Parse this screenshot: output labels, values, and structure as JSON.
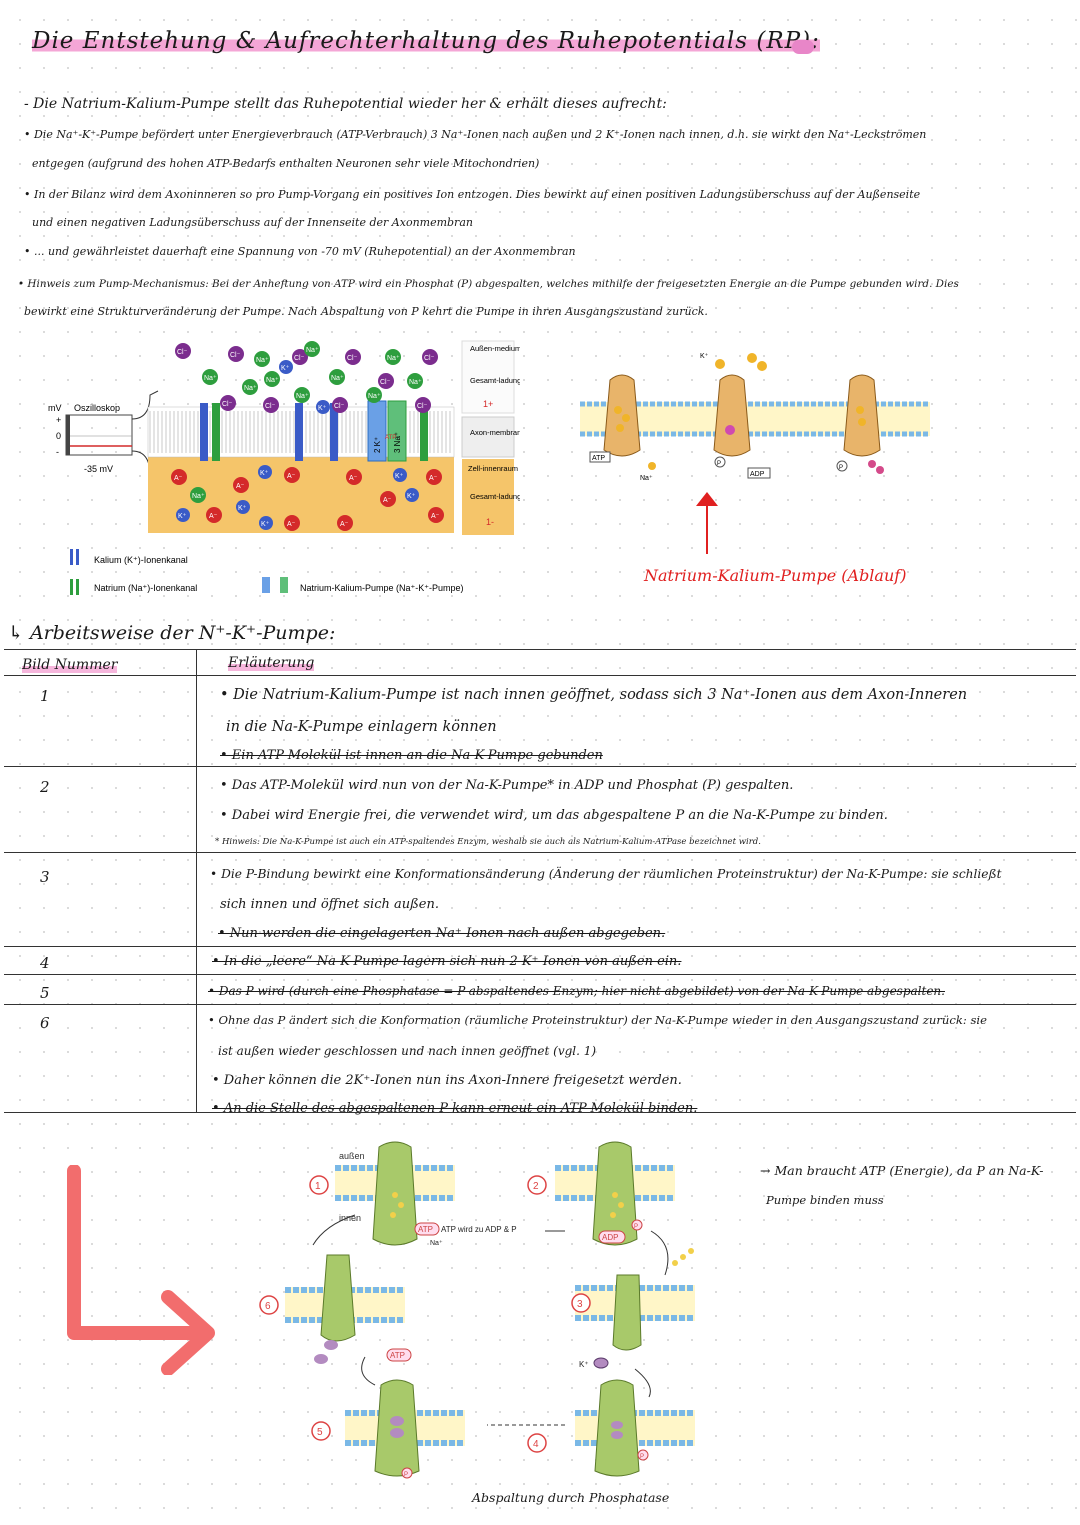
{
  "title": "Die Entstehung & Aufrechterhaltung des Ruhepotentials (RP):",
  "intro": {
    "lead": "- Die Natrium-Kalium-Pumpe stellt das Ruhepotential wieder her & erhält dieses aufrecht:",
    "b1a": "• Die Na⁺-K⁺-Pumpe befördert unter Energieverbrauch (ATP-Verbrauch) 3 Na⁺-Ionen nach außen und 2 K⁺-Ionen nach innen, d.h. sie wirkt den Na⁺-Leckströmen",
    "b1b": "entgegen (aufgrund des hohen ATP-Bedarfs enthalten Neuronen sehr viele Mitochondrien)",
    "b2a": "• In der Bilanz wird dem Axoninneren so pro Pump-Vorgang ein positives Ion entzogen. Dies bewirkt auf einen positiven Ladungsüberschuss auf der Außenseite",
    "b2b": "und einen negativen Ladungsüberschuss auf der Innenseite der Axonmembran",
    "b3": "• ... und gewährleistet dauerhaft eine Spannung von -70 mV (Ruhepotential) an der Axonmembran",
    "b4a": "• Hinweis zum Pump-Mechanismus: Bei der Anheftung von ATP wird ein Phosphat (P) abgespalten, welches mithilfe der freigesetzten Energie an die Pumpe gebunden wird. Dies",
    "b4b": "bewirkt eine Strukturveränderung der Pumpe. Nach Abspaltung von P kehrt die Pumpe in ihren Ausgangszustand zurück."
  },
  "diagram1": {
    "osz_title": "Oszilloskop",
    "mv": "mV",
    "plus": "+",
    "zero": "0",
    "minus": "-",
    "reading": "-35 mV",
    "outer_medium": "Außen-medium",
    "outer_charge_label": "Gesamt-ladung:",
    "outer_charge": "1+",
    "membrane": "Axon-membran",
    "inner_space": "Zell-innenraum",
    "inner_charge_label": "Gesamt-ladung:",
    "inner_charge": "1-",
    "pump_k": "2 K⁺",
    "pump_na": "3 Na⁺",
    "pump_atp": "ATP",
    "legend_k": "Kalium (K⁺)-Ionenkanal",
    "legend_na": "Natrium (Na⁺)-Ionenkanal",
    "legend_pump": "Natrium-Kalium-Pumpe (Na⁺-K⁺-Pumpe)",
    "ion_cl": "Cl⁻",
    "ion_na": "Na⁺",
    "ion_k": "K⁺",
    "ion_a": "A⁻",
    "colors": {
      "cl": "#7b2d8e",
      "na": "#2e9e3e",
      "k": "#3a5bc7",
      "a": "#d42a2a",
      "inside": "#f5c56a"
    }
  },
  "diagram2": {
    "atp": "ATP",
    "na": "Na⁺",
    "k": "K⁺",
    "adp": "ADP",
    "p": "P",
    "caption": "Natrium-Kalium-Pumpe (Ablauf)"
  },
  "section": {
    "heading": "↳ Arbeitsweise der N⁺-K⁺-Pumpe:",
    "col1": "Bild Nummer",
    "col2": "Erläuterung",
    "nums": [
      "1",
      "2",
      "3",
      "4",
      "5",
      "6"
    ],
    "r1a": "• Die Natrium-Kalium-Pumpe ist nach innen geöffnet, sodass sich 3 Na⁺-Ionen aus dem Axon-Inneren",
    "r1b": "in die Na-K-Pumpe einlagern können",
    "r1c": "• Ein ATP-Molekül ist innen an die Na-K-Pumpe gebunden",
    "r2a": "• Das ATP-Molekül wird nun von der Na-K-Pumpe* in ADP und Phosphat (P) gespalten.",
    "r2b": "• Dabei wird Energie frei, die verwendet wird, um das abgespaltene P an die Na-K-Pumpe zu binden.",
    "r2c": "* Hinweis: Die Na-K-Pumpe ist auch ein ATP-spaltendes Enzym, weshalb sie auch als Natrium-Kalium-ATPase bezeichnet wird.",
    "r3a": "• Die P-Bindung bewirkt eine Konformationsänderung (Änderung der räumlichen Proteinstruktur) der Na-K-Pumpe: sie schließt",
    "r3b": "sich innen und öffnet sich außen.",
    "r3c": "• Nun werden die eingelagerten Na⁺-Ionen nach außen abgegeben.",
    "r4": "• In die „leere“ Na-K-Pumpe lagern sich nun 2 K⁺-Ionen von außen ein.",
    "r5": "• Das P wird (durch eine Phosphatase = P-abspaltendes Enzym; hier nicht abgebildet) von der Na-K-Pumpe abgespalten.",
    "r6a": "• Ohne das P ändert sich die Konformation (räumliche Proteinstruktur) der Na-K-Pumpe wieder in den Ausgangszustand zurück: sie",
    "r6b": "ist außen wieder geschlossen und nach innen geöffnet (vgl. 1)",
    "r6c": "• Daher können die 2K⁺-Ionen nun ins Axon-Innere freigesetzt werden.",
    "r6d": "• An die Stelle des abgespaltenen P kann erneut ein ATP-Molekül binden."
  },
  "cycle": {
    "aussen": "außen",
    "innen": "innen",
    "n1": "1",
    "n2": "2",
    "n3": "3",
    "n4": "4",
    "n5": "5",
    "n6": "6",
    "atp": "ATP",
    "atp_note": "ATP wird zu ADP & P",
    "na": "Na⁺",
    "adp": "ADP",
    "k": "K⁺",
    "p": "P",
    "side_note_a": "→ Man braucht ATP (Energie), da P an Na-K-",
    "side_note_b": "Pumpe binden muss",
    "bottom_caption": "Abspaltung durch Phosphatase",
    "colors": {
      "arrow": "#f26d6d",
      "pump": "#a8c96a",
      "na": "#f2d04a",
      "k": "#b38bc0"
    }
  }
}
